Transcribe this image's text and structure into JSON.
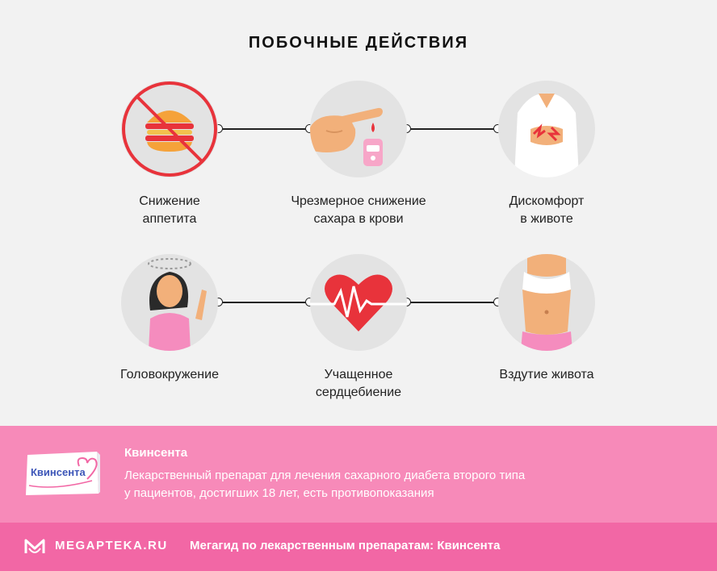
{
  "title": "ПОБОЧНЫЕ ДЕЙСТВИЯ",
  "effects": [
    {
      "line1": "Снижение",
      "line2": "аппетита"
    },
    {
      "line1": "Чрезмерное снижение",
      "line2": "сахара в крови"
    },
    {
      "line1": "Дискомфорт",
      "line2": "в животе"
    },
    {
      "line1": "Головокружение",
      "line2": ""
    },
    {
      "line1": "Учащенное",
      "line2": "сердцебиение"
    },
    {
      "line1": "Вздутие живота",
      "line2": ""
    }
  ],
  "product": {
    "box_label": "Квинсента",
    "name": "Квинсента",
    "desc_line1": "Лекарственный препарат для лечения сахарного диабета второго типа",
    "desc_line2": "у пациентов, достигших 18 лет, есть противопоказания"
  },
  "footer": {
    "logo": "MEGAPTEKA.RU",
    "text": "Мегагид по лекарственным препаратам: Квинсента"
  },
  "colors": {
    "accent_pink": "#f78ab9",
    "footer_pink": "#f267a5",
    "red": "#e8333b"
  }
}
